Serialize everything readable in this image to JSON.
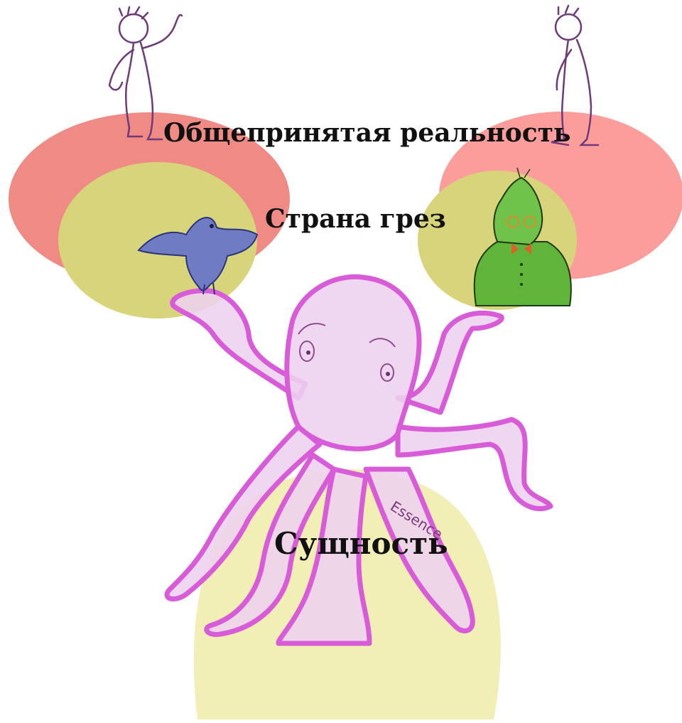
{
  "labels": {
    "consensus_reality": "Общепринятая реальность",
    "dreamland": "Страна грез",
    "essence": "Сущность",
    "octopus_inscription": "Essence"
  },
  "colors": {
    "reality_left": "#ef8a84",
    "reality_right": "#fb9d9a",
    "dreamland": "#d7d47b",
    "essence": "#f1efb6",
    "octopus_fill": "#eed2ef",
    "octopus_outline": "#d85bd8",
    "stick_figure": "#6e3a7a",
    "bird": "#5d6bd0",
    "goblin": "#5fb43a",
    "bowtie": "#e0602a"
  },
  "figures": [
    {
      "name": "left-stick-figure",
      "icon": "person-pointing-up"
    },
    {
      "name": "right-stick-figure",
      "icon": "person-standing"
    },
    {
      "name": "blue-bird",
      "icon": "bird"
    },
    {
      "name": "green-goblin",
      "icon": "goblin-with-glasses"
    },
    {
      "name": "octopus",
      "icon": "octopus"
    }
  ]
}
